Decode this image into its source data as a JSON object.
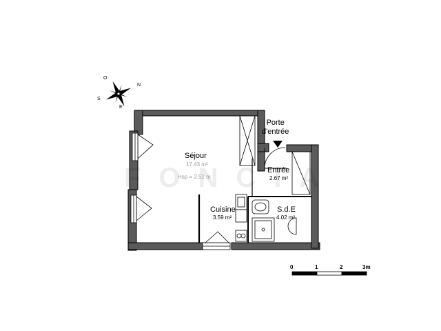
{
  "compass": {
    "n": "N",
    "s": "S",
    "e": "E",
    "o": "O"
  },
  "watermark": "FONCIA",
  "entrance": {
    "label_line1": "Porte",
    "label_line2": "d'entrée"
  },
  "rooms": {
    "sejour": {
      "name": "Séjour",
      "area": "17.43 m²",
      "hsp": "Hsp = 2.52 m"
    },
    "entree": {
      "name": "Entrée",
      "area": "2.67 m²"
    },
    "cuisine": {
      "name": "Cuisine",
      "area": "3.59 m²"
    },
    "sde": {
      "name": "S.d.E",
      "area": "4.02 m²"
    }
  },
  "scale": {
    "ticks": [
      "0",
      "1",
      "2",
      "3m"
    ]
  }
}
